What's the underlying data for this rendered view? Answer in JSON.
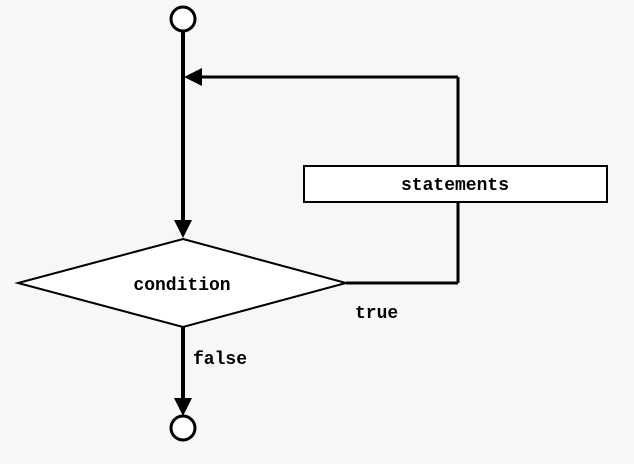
{
  "nodes": {
    "condition": "condition",
    "statements": "statements"
  },
  "edge_labels": {
    "true_label": "true",
    "false_label": "false"
  },
  "colors": {
    "background": "#f7f7f7",
    "stroke": "#000000",
    "fill": "#ffffff"
  }
}
